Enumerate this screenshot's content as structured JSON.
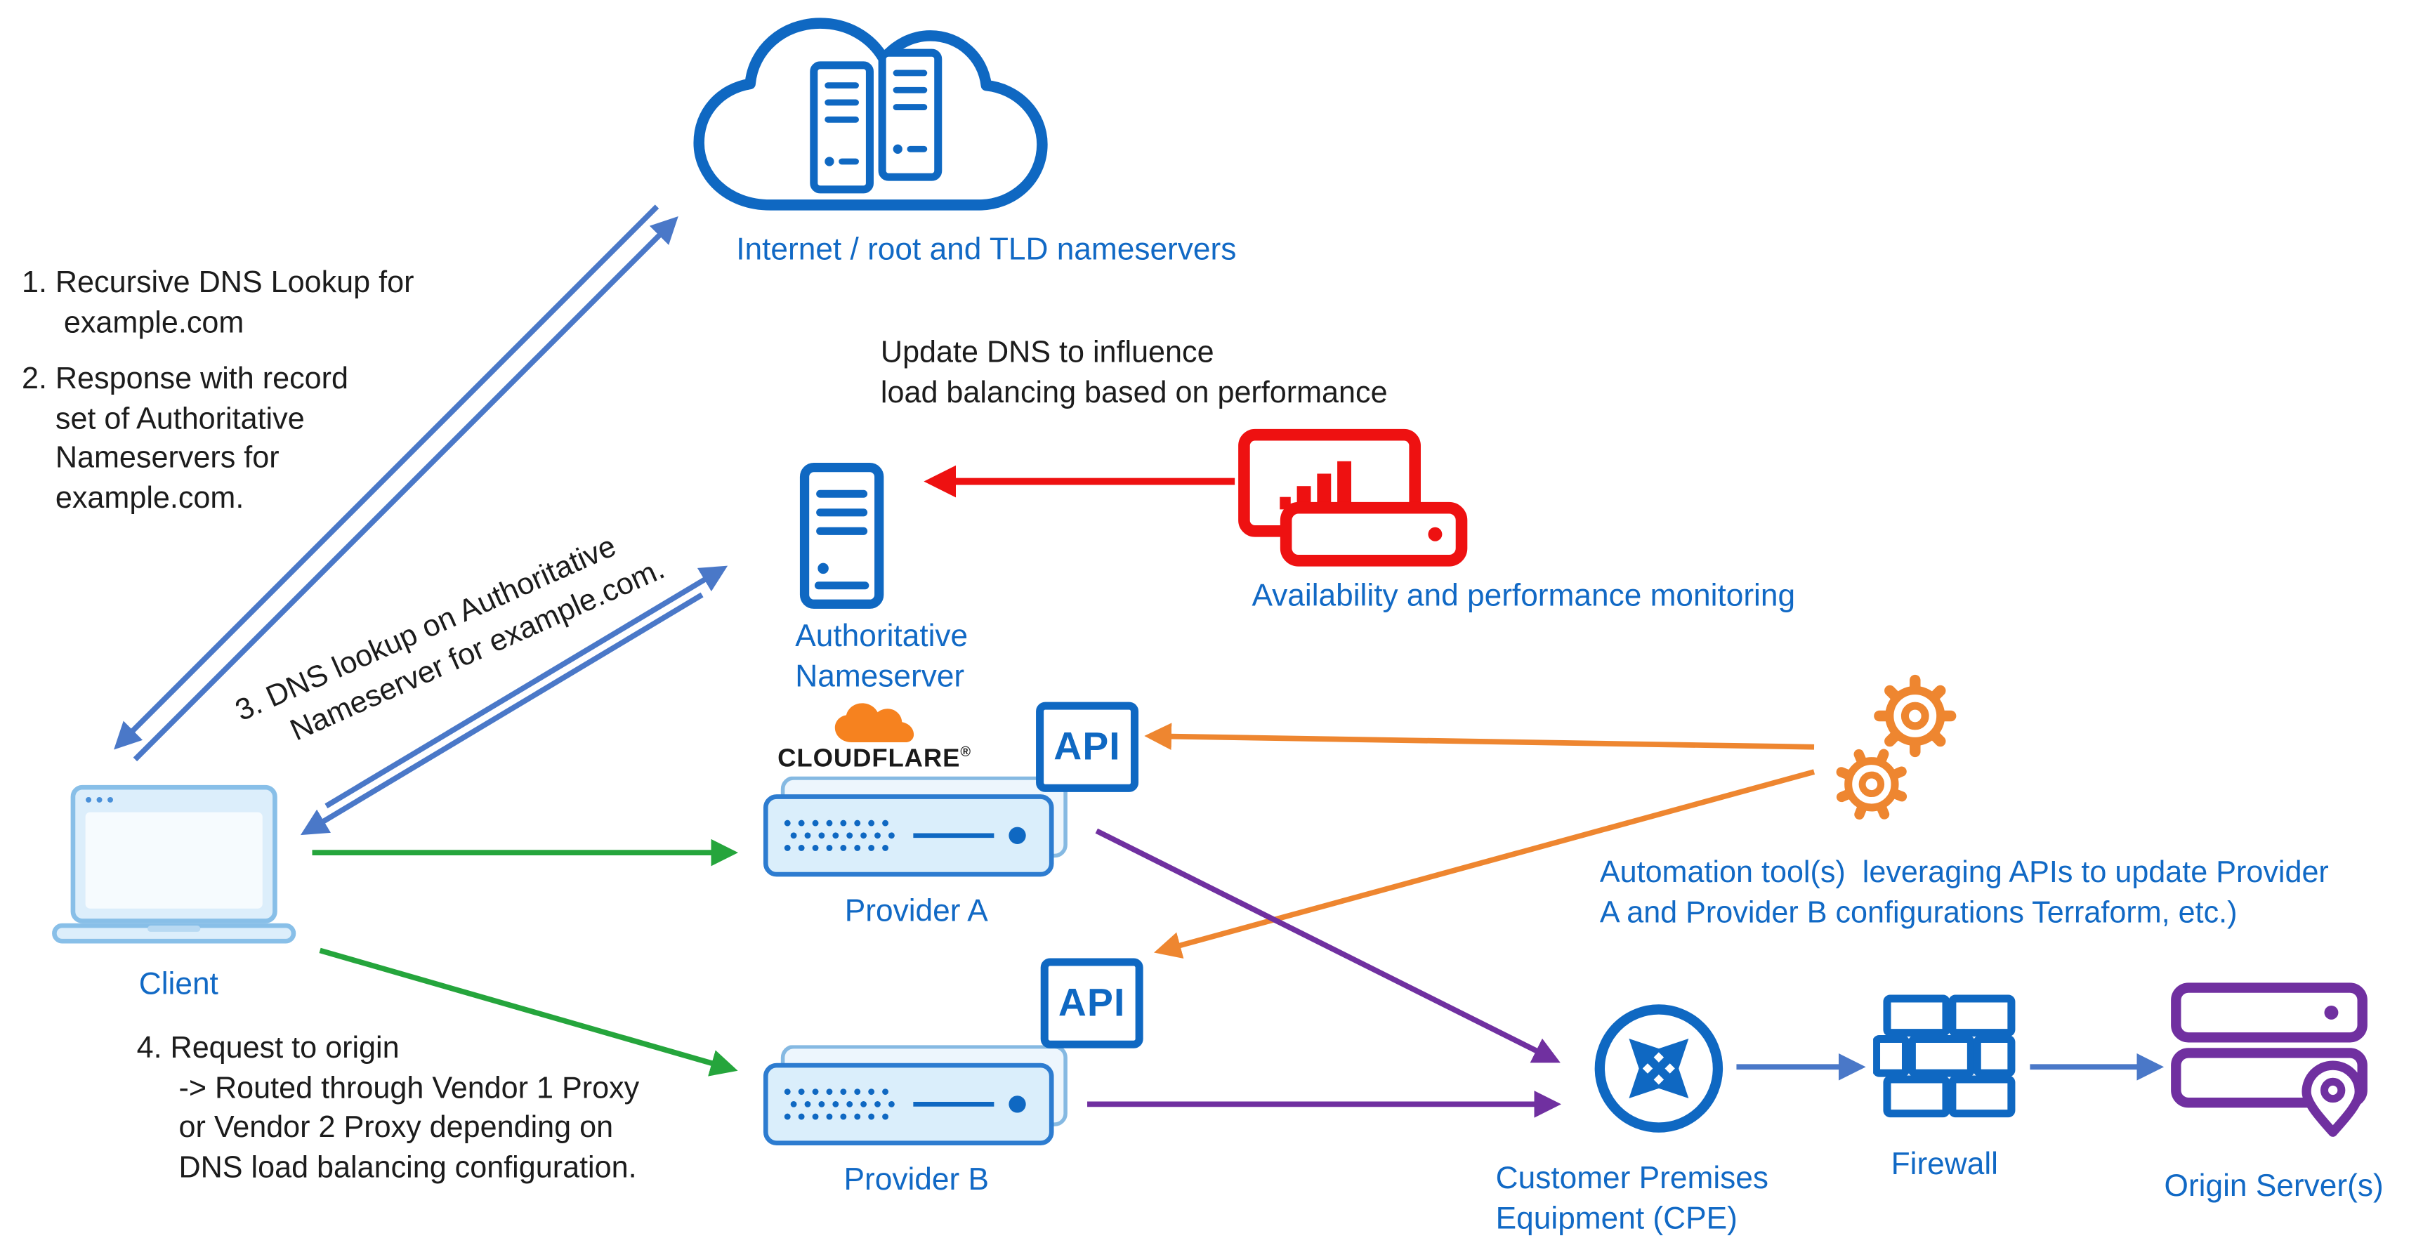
{
  "colors": {
    "icon_blue": "#0f68c2",
    "label_blue": "#1169c5",
    "arrow_blue": "#4a78c8",
    "red": "#ee1111",
    "green": "#25a53c",
    "orange": "#ee8630",
    "purple": "#7030a0",
    "cloudflare_orange": "#f6821f",
    "laptop_fill": "#dceefb",
    "text_black": "#1c1c1c"
  },
  "nodes": {
    "internet": {
      "label": "Internet / root and TLD nameservers"
    },
    "authoritative": {
      "label": "Authoritative\nNameserver"
    },
    "monitoring": {
      "label": "Availability and performance monitoring"
    },
    "client": {
      "label": "Client"
    },
    "cloudflare": {
      "wordmark": "CLOUDFLARE",
      "mark": "®"
    },
    "provider_a": {
      "label": "Provider A",
      "api_label": "API"
    },
    "provider_b": {
      "label": "Provider B",
      "api_label": "API"
    },
    "automation": {
      "label": "Automation tool(s)  leveraging APIs to update Provider\nA and Provider B configurations Terraform, etc.)"
    },
    "cpe": {
      "label": "Customer Premises\nEquipment (CPE)"
    },
    "firewall": {
      "label": "Firewall"
    },
    "origin": {
      "label": "Origin Server(s)"
    }
  },
  "annotations": {
    "step1": "1. Recursive DNS Lookup for\n     example.com",
    "step2": "2. Response with record\n    set of Authoritative\n    Nameservers for\n    example.com.",
    "step3": "3. DNS lookup on Authoritative\n     Nameserver for example.com.",
    "step4": "4. Request to origin\n     -> Routed through Vendor 1 Proxy\n     or Vendor 2 Proxy depending on\n     DNS load balancing configuration.",
    "update_dns": "Update DNS to influence\nload balancing based on performance"
  }
}
